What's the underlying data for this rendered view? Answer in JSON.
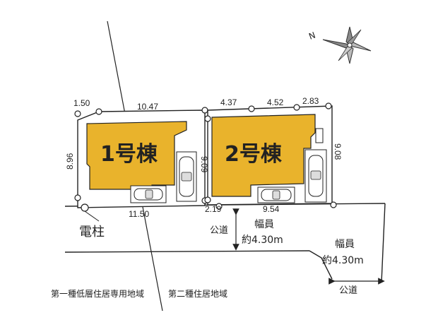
{
  "colors": {
    "building_fill": "#E9B32C",
    "line": "#222222",
    "lot_fill": "#ffffff",
    "compass_fill": "#8a8a8a"
  },
  "compass": {
    "north_label": "N",
    "icon": "compass-rose-icon"
  },
  "lots": [
    {
      "building_label": "1号棟",
      "dims": {
        "top_left": "1.50",
        "top": "10.47",
        "left": "8.96",
        "right": "9.09",
        "bottom": "11.50"
      }
    },
    {
      "building_label": "2号棟",
      "dims": {
        "top_left": "4.37",
        "top_mid": "4.52",
        "top_right": "2.83",
        "right": "9.08",
        "bottom_left": "2.19",
        "bottom": "9.54"
      }
    }
  ],
  "labels": {
    "utility_pole": "電柱",
    "public_road": "公道",
    "road_width_label": "幅員",
    "road_width_value": "約4.30m",
    "public_road_2": "公道",
    "road_width_label_2": "幅員",
    "road_width_value_2": "約4.30m"
  },
  "zoning": {
    "zone_1": "第一種低層住居専用地域",
    "zone_2": "第二種住居地域"
  }
}
